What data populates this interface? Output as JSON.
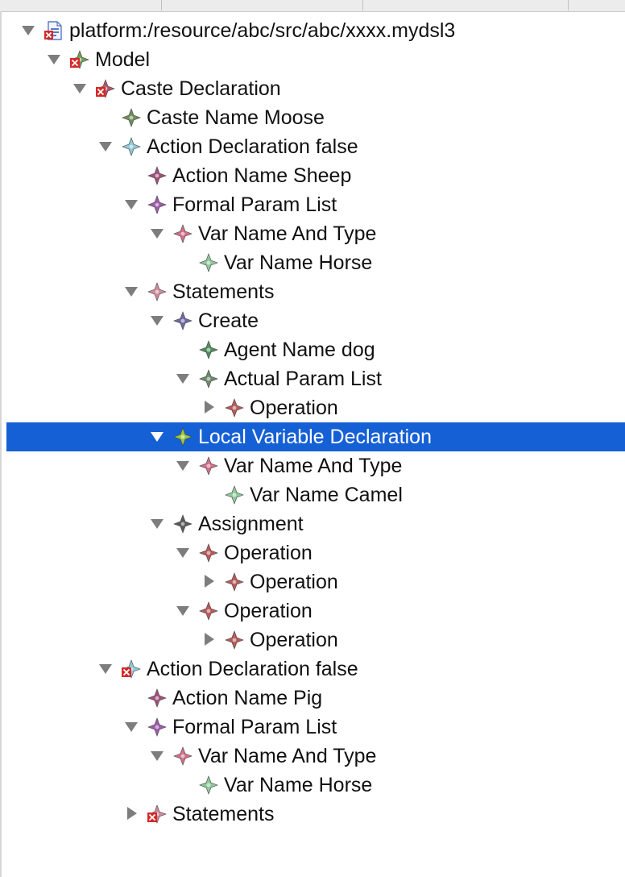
{
  "tree": {
    "items": [
      {
        "label": "platform:/resource/abc/src/abc/xxxx.mydsl3",
        "depth": 0,
        "state": "expanded",
        "icon": "resource-file-error-icon",
        "color": "#5a78c8",
        "error": true
      },
      {
        "label": "Model",
        "depth": 1,
        "state": "expanded",
        "icon": "node-error-icon",
        "color": "#6e9e5a",
        "error": true
      },
      {
        "label": "Caste Declaration",
        "depth": 2,
        "state": "expanded",
        "icon": "node-error-icon",
        "color": "#b0566e",
        "error": true
      },
      {
        "label": "Caste Name Moose",
        "depth": 3,
        "state": "leaf",
        "icon": "node-icon",
        "color": "#6e8e5a",
        "error": false
      },
      {
        "label": "Action Declaration false",
        "depth": 3,
        "state": "expanded",
        "icon": "node-icon",
        "color": "#8ec8d8",
        "error": false
      },
      {
        "label": "Action Name Sheep",
        "depth": 4,
        "state": "leaf",
        "icon": "node-icon",
        "color": "#a0507a",
        "error": false
      },
      {
        "label": "Formal Param List",
        "depth": 4,
        "state": "expanded",
        "icon": "node-icon",
        "color": "#9a5aaa",
        "error": false
      },
      {
        "label": "Var Name And Type",
        "depth": 5,
        "state": "expanded",
        "icon": "node-icon",
        "color": "#d0708a",
        "error": false
      },
      {
        "label": "Var Name Horse",
        "depth": 6,
        "state": "leaf",
        "icon": "node-icon",
        "color": "#8ec89a",
        "error": false
      },
      {
        "label": "Statements",
        "depth": 4,
        "state": "expanded",
        "icon": "node-icon",
        "color": "#d08a9a",
        "error": false
      },
      {
        "label": "Create",
        "depth": 5,
        "state": "expanded",
        "icon": "node-icon",
        "color": "#6e6aa0",
        "error": false
      },
      {
        "label": "Agent Name dog",
        "depth": 6,
        "state": "leaf",
        "icon": "node-icon",
        "color": "#4e8e5a",
        "error": false
      },
      {
        "label": "Actual Param List",
        "depth": 6,
        "state": "expanded",
        "icon": "node-icon",
        "color": "#6e8a6e",
        "error": false
      },
      {
        "label": "Operation",
        "depth": 7,
        "state": "collapsed",
        "icon": "node-icon",
        "color": "#b85a5a",
        "error": false
      },
      {
        "label": "Local Variable Declaration",
        "depth": 5,
        "state": "expanded",
        "icon": "node-icon",
        "color": "#9ec83a",
        "error": false,
        "selected": true
      },
      {
        "label": "Var Name And Type",
        "depth": 6,
        "state": "expanded",
        "icon": "node-icon",
        "color": "#d0708a",
        "error": false
      },
      {
        "label": "Var Name Camel",
        "depth": 7,
        "state": "leaf",
        "icon": "node-icon",
        "color": "#8ec89a",
        "error": false
      },
      {
        "label": "Assignment",
        "depth": 5,
        "state": "expanded",
        "icon": "node-icon",
        "color": "#5a5a5a",
        "error": false
      },
      {
        "label": "Operation",
        "depth": 6,
        "state": "expanded",
        "icon": "node-icon",
        "color": "#b85a5a",
        "error": false
      },
      {
        "label": "Operation",
        "depth": 7,
        "state": "collapsed",
        "icon": "node-icon",
        "color": "#b85a5a",
        "error": false
      },
      {
        "label": "Operation",
        "depth": 6,
        "state": "expanded",
        "icon": "node-icon",
        "color": "#b85a5a",
        "error": false
      },
      {
        "label": "Operation",
        "depth": 7,
        "state": "collapsed",
        "icon": "node-icon",
        "color": "#b85a5a",
        "error": false
      },
      {
        "label": "Action Declaration false",
        "depth": 3,
        "state": "expanded",
        "icon": "node-error-icon",
        "color": "#8ec8d8",
        "error": true
      },
      {
        "label": "Action Name Pig",
        "depth": 4,
        "state": "leaf",
        "icon": "node-icon",
        "color": "#a0507a",
        "error": false
      },
      {
        "label": "Formal Param List",
        "depth": 4,
        "state": "expanded",
        "icon": "node-icon",
        "color": "#9a5aaa",
        "error": false
      },
      {
        "label": "Var Name And Type",
        "depth": 5,
        "state": "expanded",
        "icon": "node-icon",
        "color": "#d0708a",
        "error": false
      },
      {
        "label": "Var Name Horse",
        "depth": 6,
        "state": "leaf",
        "icon": "node-icon",
        "color": "#8ec89a",
        "error": false
      },
      {
        "label": "Statements",
        "depth": 4,
        "state": "collapsed",
        "icon": "node-error-icon",
        "color": "#d08a9a",
        "error": true
      }
    ]
  },
  "theme": {
    "selection": "#1660d6",
    "error_marker": "#d42a2a",
    "twistie": "#7d7d7d"
  }
}
